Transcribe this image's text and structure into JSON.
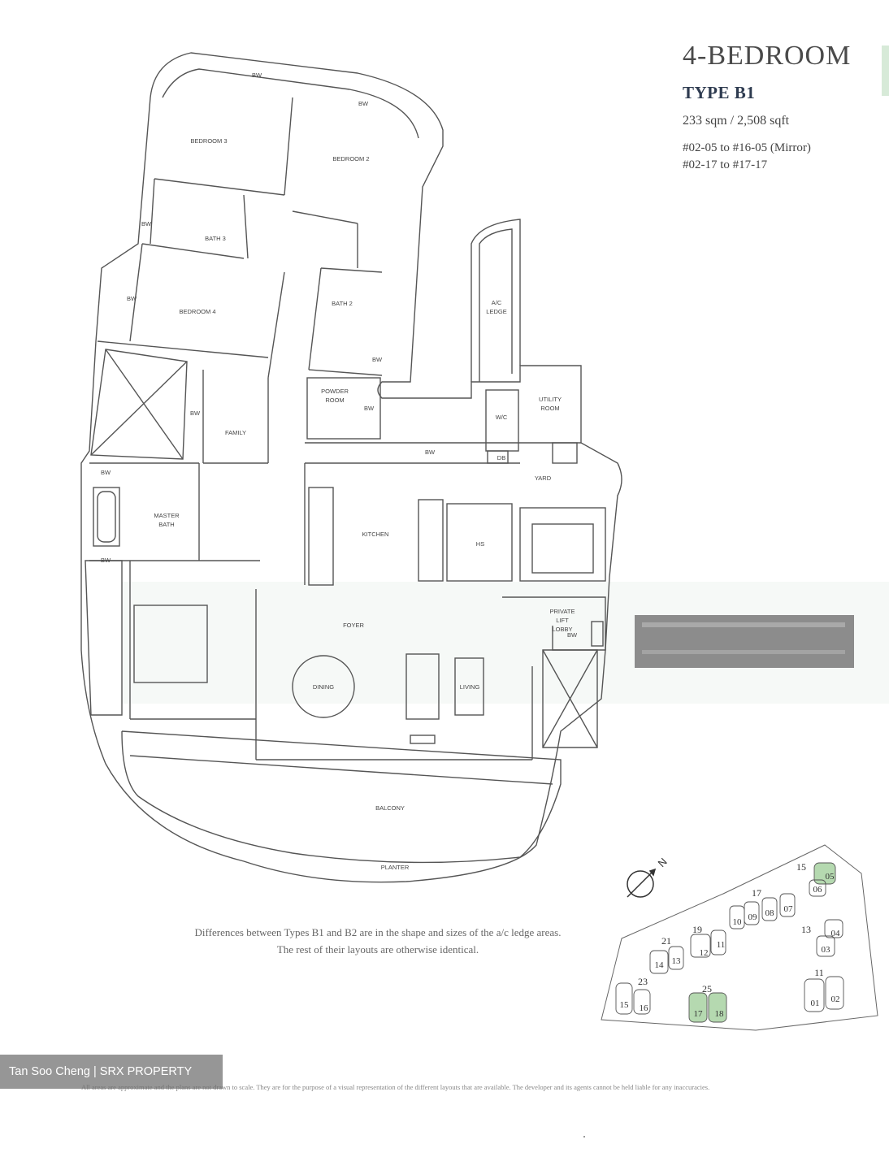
{
  "header": {
    "title": "4-BEDROOM",
    "type": "TYPE B1",
    "area": "233 sqm / 2,508 sqft",
    "units": [
      "#02-05 to #16-05 (Mirror)",
      "#02-17 to #17-17"
    ]
  },
  "rooms": {
    "bedroom3": "BEDROOM 3",
    "bedroom2": "BEDROOM 2",
    "bedroom4": "BEDROOM 4",
    "bath3": "BATH 3",
    "bath2": "BATH 2",
    "ac_ledge": [
      "A/C",
      "LEDGE"
    ],
    "powder_room": [
      "POWDER",
      "ROOM"
    ],
    "family": "FAMILY",
    "utility_room": [
      "UTILITY",
      "ROOM"
    ],
    "wc": "W/C",
    "db": "DB",
    "yard": "YARD",
    "master_bath": [
      "MASTER",
      "BATH"
    ],
    "kitchen": "KITCHEN",
    "hs": "HS",
    "private_lift_lobby": [
      "PRIVATE",
      "LIFT",
      "LOBBY"
    ],
    "foyer": "FOYER",
    "dining": "DINING",
    "living": "LIVING",
    "balcony": "BALCONY",
    "planter": "PLANTER",
    "bw": "BW"
  },
  "north_label": "N",
  "site_plan": {
    "blocks": [
      "11",
      "13",
      "15",
      "17",
      "19",
      "21",
      "23",
      "25"
    ],
    "units": [
      "01",
      "02",
      "03",
      "04",
      "05",
      "06",
      "07",
      "08",
      "09",
      "10",
      "11",
      "12",
      "13",
      "14",
      "15",
      "16",
      "17",
      "18"
    ],
    "highlighted_units": [
      "05",
      "17",
      "18"
    ],
    "highlight_color": "#b5d9b0"
  },
  "note": [
    "Differences between Types B1 and B2 are in the shape and sizes of the a/c ledge areas.",
    "The rest of their layouts are otherwise identical."
  ],
  "disclaimer": "All areas are approximate and the plans are not drawn to scale. They are for the purpose of a visual representation of the different layouts that are available. The developer and its agents cannot be held liable for any inaccuracies.",
  "watermark": "Tan Soo Cheng | SRX PROPERTY",
  "colors": {
    "accent": "#d7ead8",
    "title_navy": "#2e3b50",
    "line": "#555555"
  }
}
